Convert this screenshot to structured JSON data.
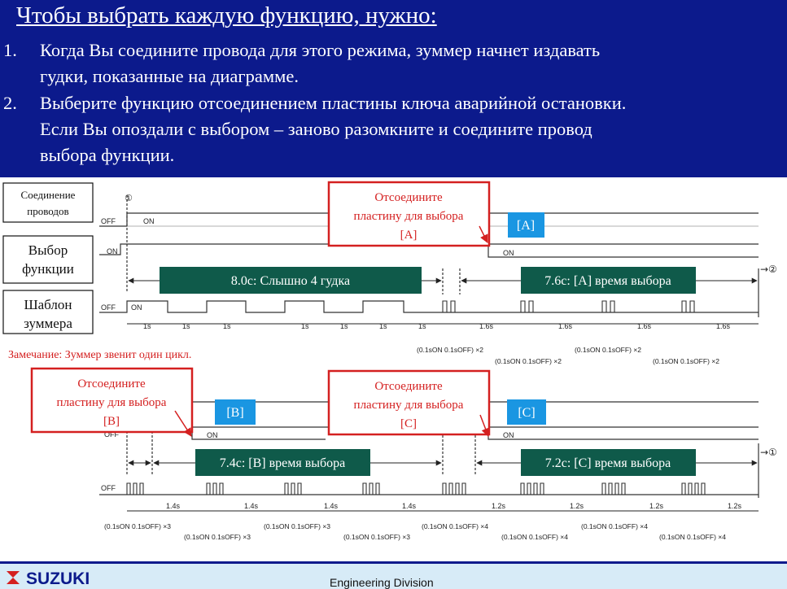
{
  "header": {
    "title": "Чтобы выбрать каждую функцию, нужно:",
    "items": [
      {
        "num": "1.",
        "lines": [
          "Когда Вы соедините провода для этого режима, зуммер начнет издавать",
          "гудки, показанные на диаграмме."
        ]
      },
      {
        "num": "2.",
        "lines": [
          "Выберите функцию отсоединением пластины ключа аварийной остановки.",
          "Если Вы опоздали с выбором – заново разомкните и соедините провод",
          "выбора функции."
        ]
      }
    ]
  },
  "diagram": {
    "row_labels": {
      "connection": [
        "Соединение",
        "проводов"
      ],
      "selection": [
        "Выбор",
        "функции"
      ],
      "buzzer": [
        "Шаблон",
        "зуммера"
      ]
    },
    "state": {
      "off": "OFF",
      "on": "ON"
    },
    "circled": {
      "one": "①",
      "two": "②"
    },
    "arrows": {
      "to_two": "→②",
      "to_one": "→①"
    },
    "note": "Замечание: Зуммер звенит один цикл.",
    "callouts": {
      "A": [
        "Отсоедините",
        "пластину для выбора",
        "[A]"
      ],
      "B": [
        "Отсоедините",
        "пластину для выбора",
        "[B]"
      ],
      "C": [
        "Отсоедините",
        "пластину для выбора",
        "[C]"
      ]
    },
    "tags": {
      "A": "[A]",
      "B": "[B]",
      "C": "[C]"
    },
    "banners": {
      "beeps": "8.0c: Слышно 4 гудка",
      "a_time": "7.6c: [A] время выбора",
      "b_time": "7.4c: [B] время выбора",
      "c_time": "7.2c: [C] время выбора"
    },
    "durations": {
      "s1": "1s",
      "s16": "1.6s",
      "s14": "1.4s",
      "s12": "1.2s"
    },
    "patterns": {
      "x2": "(0.1sON 0.1sOFF) ×2",
      "x3": "(0.1sON 0.1sOFF) ×3",
      "x4": "(0.1sON 0.1sOFF) ×4"
    }
  },
  "footer": {
    "logo": "SUZUKI",
    "division": "Engineering Division"
  },
  "colors": {
    "navy": "#0c1a8c",
    "red": "#d42020",
    "teal": "#0f5a4a",
    "blue": "#1a96e2"
  }
}
